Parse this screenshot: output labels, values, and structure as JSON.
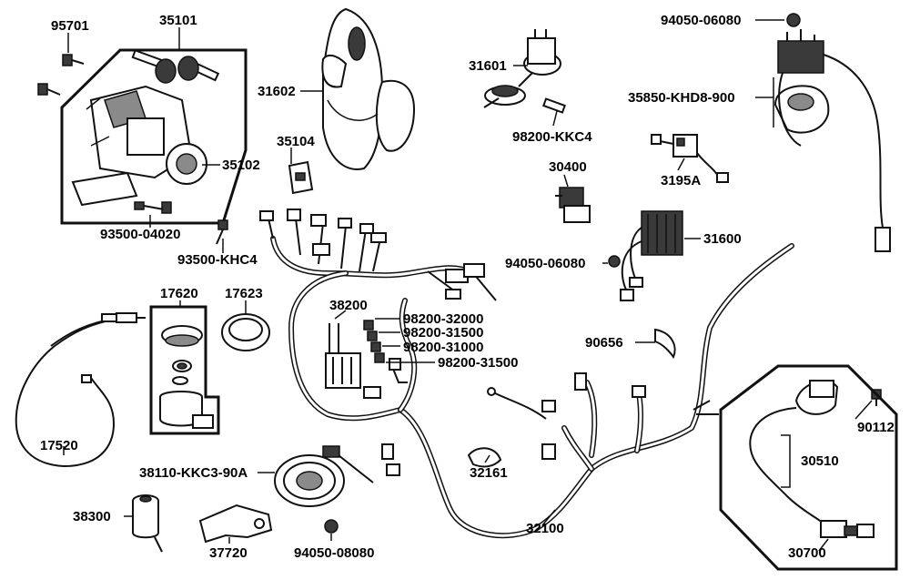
{
  "labels": {
    "l95701": "95701",
    "l35101": "35101",
    "l35102": "35102",
    "l31602": "31602",
    "l35104": "35104",
    "l93500_04020": "93500-04020",
    "l93500_khc4": "93500-KHC4",
    "l31601": "31601",
    "l98200_kkc4": "98200-KKC4",
    "l30400": "30400",
    "l94050_06080_top": "94050-06080",
    "l35850": "35850-KHD8-900",
    "l3195a": "3195A",
    "l31600": "31600",
    "l94050_06080_mid": "94050-06080",
    "l17620": "17620",
    "l17623": "17623",
    "l38200": "38200",
    "l98200_32000": "98200-32000",
    "l98200_31500_a": "98200-31500",
    "l98200_31000": "98200-31000",
    "l98200_31500_b": "98200-31500",
    "l90656": "90656",
    "l90112": "90112",
    "l30510": "30510",
    "l17520": "17520",
    "l38110": "38110-KKC3-90A",
    "l32161": "32161",
    "l32100": "32100",
    "l38300": "38300",
    "l37720": "37720",
    "l94050_08080": "94050-08080",
    "l30700": "30700"
  }
}
